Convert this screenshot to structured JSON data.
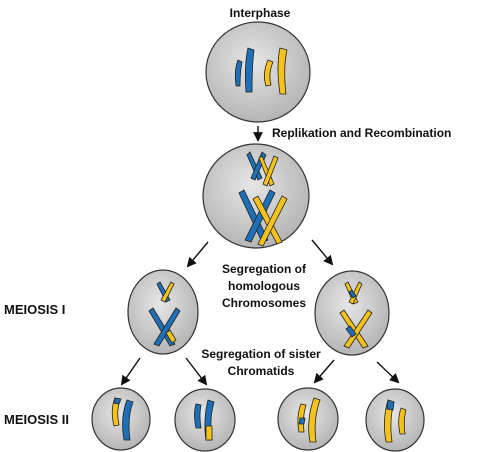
{
  "labels": {
    "interphase": "Interphase",
    "replication": "Replikation and Recombination",
    "segregation_homologous": "Segregation of\nhomologous\nChromosomes",
    "meiosis_1": "MEIOSIS I",
    "segregation_sister": "Segregation of sister\nChromatids",
    "meiosis_2": "MEIOSIS II"
  },
  "colors": {
    "blue": "#1d6fb8",
    "yellow": "#f5c21b",
    "cell_fill": "#c9c9c9",
    "cell_stroke": "#333333"
  }
}
